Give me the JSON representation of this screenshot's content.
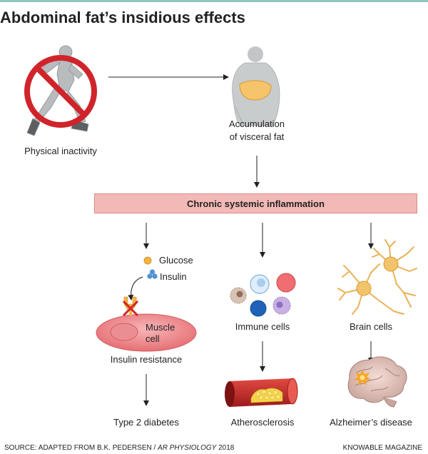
{
  "title": "Abdominal fat’s insidious effects",
  "nodes": {
    "physical_inactivity": "Physical inactivity",
    "accumulation_line1": "Accumulation",
    "accumulation_line2": "of visceral fat",
    "inflammation": "Chronic systemic inflammation",
    "glucose": "Glucose",
    "insulin": "Insulin",
    "muscle_line1": "Muscle",
    "muscle_line2": "cell",
    "insulin_resistance": "Insulin resistance",
    "type2_diabetes": "Type 2 diabetes",
    "immune_cells": "Immune cells",
    "atherosclerosis": "Atherosclerosis",
    "brain_cells": "Brain cells",
    "alzheimers": "Alzheimer’s disease"
  },
  "footer": {
    "source_prefix": "SOURCE: ADAPTED FROM B.K. PEDERSEN / ",
    "source_journal": "AR PHYSIOLOGY",
    "source_year": " 2018",
    "credit": "KNOWABLE MAGAZINE"
  },
  "colors": {
    "banner_fill": "#f3b9b7",
    "no_symbol": "#d0242b",
    "visceral_fat": "#f5c46b",
    "muscle_cell": "#ef8e92",
    "artery": "#c62a2a",
    "plaque": "#f5d44a",
    "neuron": "#efc16a"
  }
}
